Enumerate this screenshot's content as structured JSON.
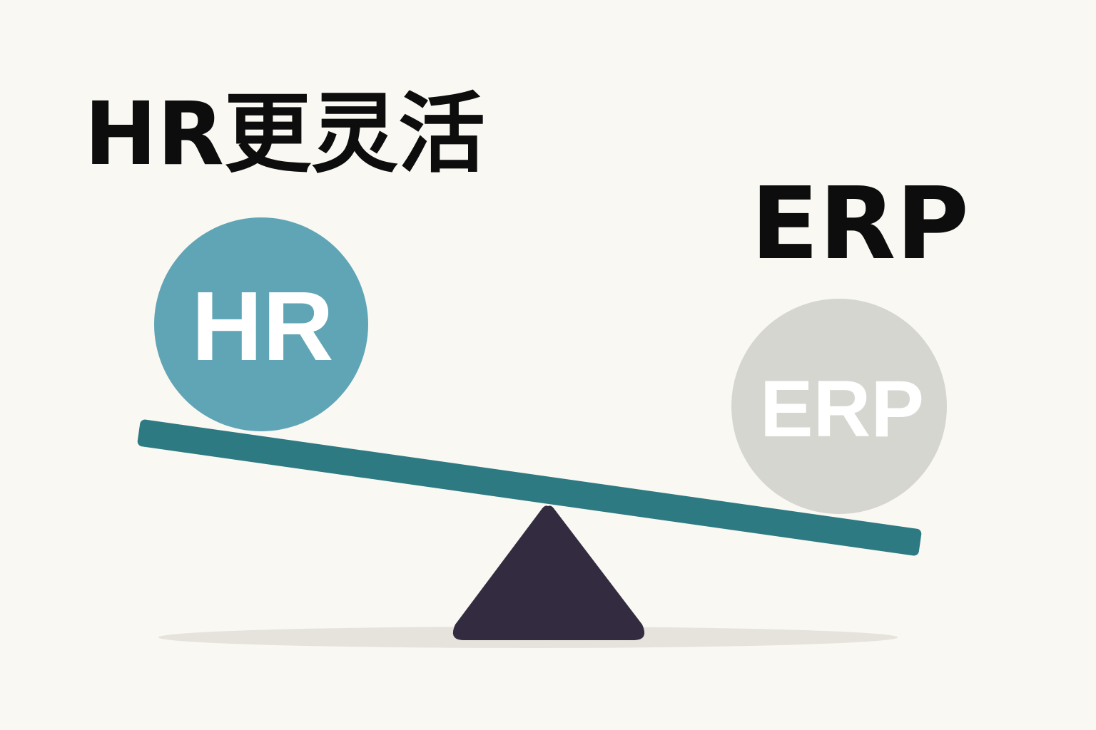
{
  "headline": "HR更灵活",
  "right_heading": "ERP",
  "left_weight": {
    "label": "HR",
    "color": "#5fa5b5"
  },
  "right_weight": {
    "label": "ERP",
    "color": "#d6d6d1"
  },
  "colors": {
    "background": "#faf8f3",
    "beam": "#2d7a82",
    "fulcrum": "#332c40",
    "shadow": "#e6e3dd"
  }
}
